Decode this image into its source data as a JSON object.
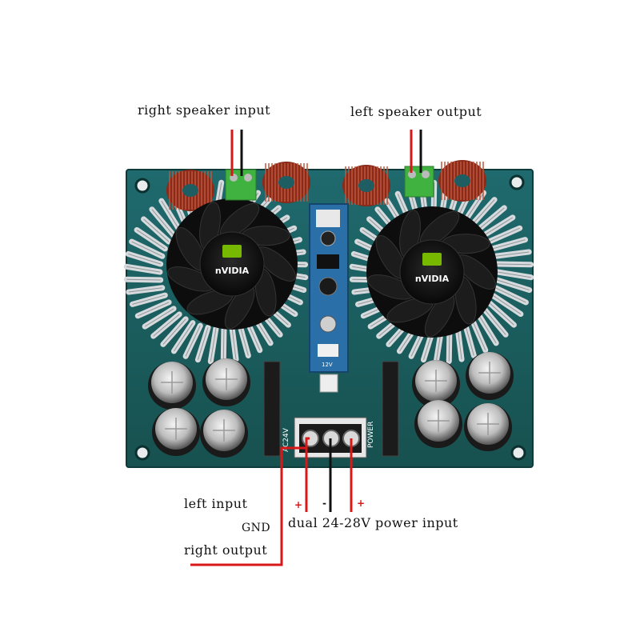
{
  "labels": {
    "right_speaker_input": "right speaker input",
    "left_speaker_output": "left speaker output",
    "left_input": "left input",
    "gnd": "GND",
    "right_output": "right output",
    "power_input": "dual 24-28V power input"
  },
  "polarity": {
    "left_plus": "+",
    "minus": "-",
    "right_plus": "+"
  },
  "board": {
    "fan_brand": "nVIDIA",
    "terminal_label_left": "AC24V",
    "terminal_label_right": "POWER",
    "module_label": "12V"
  },
  "colors": {
    "pcb": "#1e5e62",
    "wire_red": "#d81818",
    "wire_black": "#111111",
    "terminal_green": "#3fb23f",
    "coil": "#8a2a1a"
  }
}
